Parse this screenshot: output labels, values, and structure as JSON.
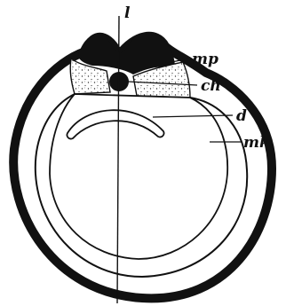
{
  "figure": {
    "labels": {
      "axis": "l",
      "mp": "mp",
      "ch": "ch",
      "d": "d",
      "mk": "mk"
    },
    "colors": {
      "ink": "#111111",
      "paper": "#ffffff",
      "stipple": "#333333"
    }
  }
}
